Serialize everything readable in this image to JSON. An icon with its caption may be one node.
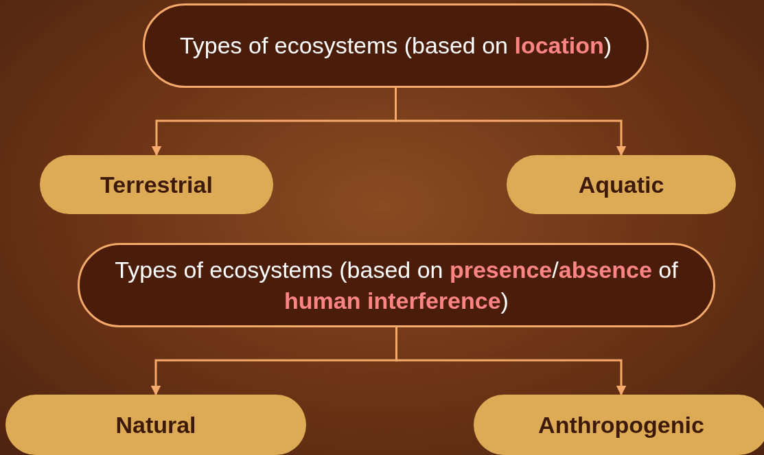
{
  "diagram": {
    "nodes": [
      {
        "text": [
          "Types of ecosystems (based on **location**)"
        ]
      },
      {
        "text": [
          "Terrestrial"
        ]
      },
      {
        "text": [
          "Aquatic"
        ]
      },
      {
        "text": [
          "Types of ecosystems (based on **presence**/**absence** of **human interference**)"
        ]
      },
      {
        "text": [
          "Natural"
        ]
      },
      {
        "text": [
          "Anthropogenic"
        ]
      }
    ],
    "edges": [
      {
        "from": 0,
        "to": 1,
        "arrow": "to"
      },
      {
        "from": 0,
        "to": 2,
        "arrow": "to"
      },
      {
        "from": 3,
        "to": 4,
        "arrow": "to"
      },
      {
        "from": 3,
        "to": 5,
        "arrow": "to"
      }
    ]
  }
}
